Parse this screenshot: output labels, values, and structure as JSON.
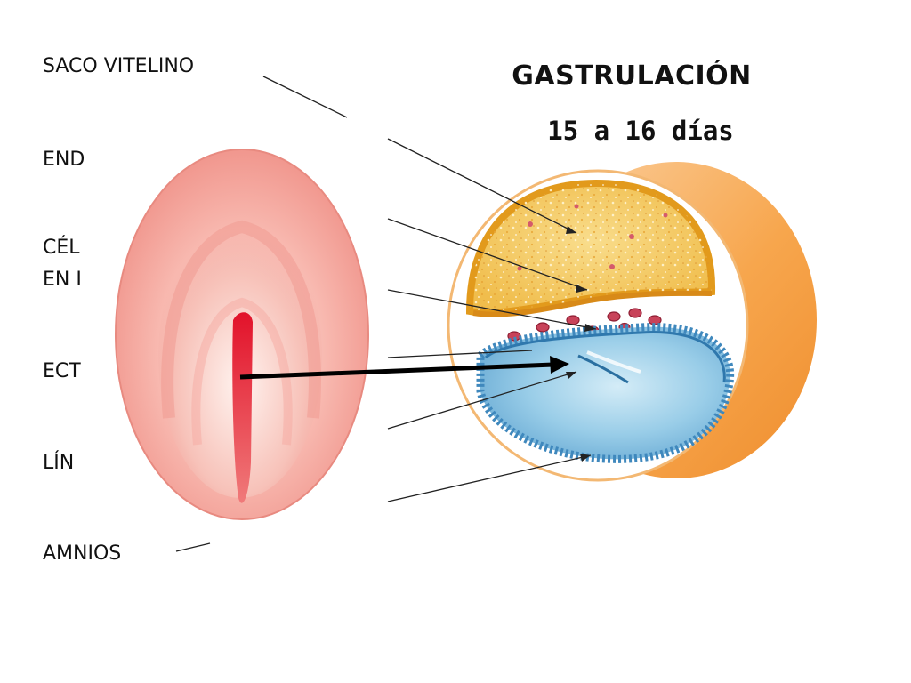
{
  "title": "GASTRULACIÓN",
  "subtitle": "15 a 16 días",
  "labels": [
    {
      "id": "saco-vitelino",
      "text": "SACO VITELINO"
    },
    {
      "id": "endodermo",
      "text": "END"
    },
    {
      "id": "celulas-1",
      "text": "CÉL"
    },
    {
      "id": "celulas-2",
      "text": "EN I"
    },
    {
      "id": "ectodermo",
      "text": "ECT"
    },
    {
      "id": "linea",
      "text": "LÍN"
    },
    {
      "id": "amnios",
      "text": "AMNIOS"
    }
  ],
  "colors": {
    "embryo_disc": "#f4a59d",
    "primitive_streak": "#d7232f",
    "yolk_sac": "#f2c24a",
    "yolk_border": "#e7a21f",
    "amnion_cavity": "#8fc8e6",
    "amnion_border": "#4f95c6",
    "outer_chorion": "#f6a24a",
    "mesoderm_cells": "#c8435a"
  }
}
